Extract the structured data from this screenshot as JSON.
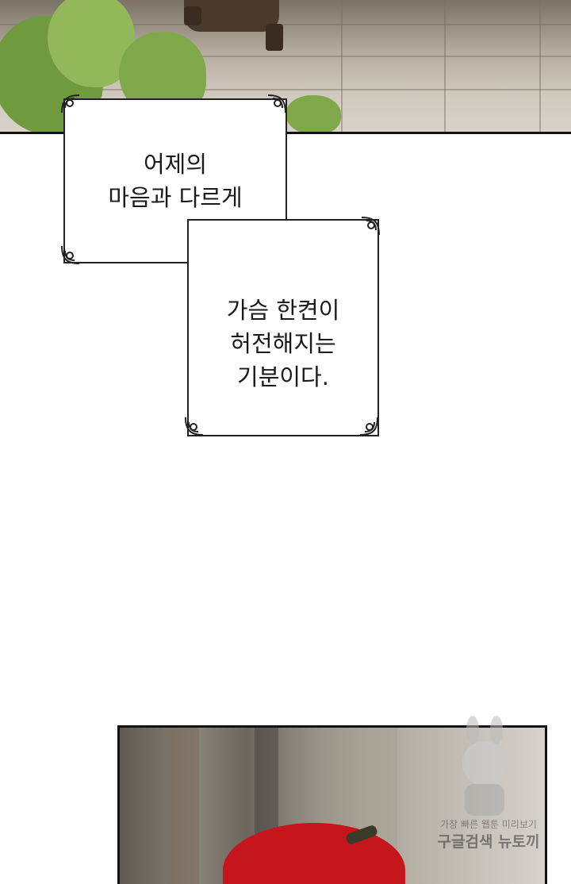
{
  "narration_box_1": {
    "lines": [
      "어제의",
      "마음과 다르게"
    ]
  },
  "narration_box_2": {
    "lines": [
      "가슴 한켠이",
      "허전해지는",
      "기분이다."
    ]
  },
  "watermark": {
    "top_text": "가장 빠른 웹툰 미리보기",
    "bottom_text": "구글검색 뉴토끼"
  },
  "colors": {
    "panel_border": "#111111",
    "caption_border": "#222222",
    "hair": "#c4161c",
    "foliage": "#7fa84a"
  }
}
